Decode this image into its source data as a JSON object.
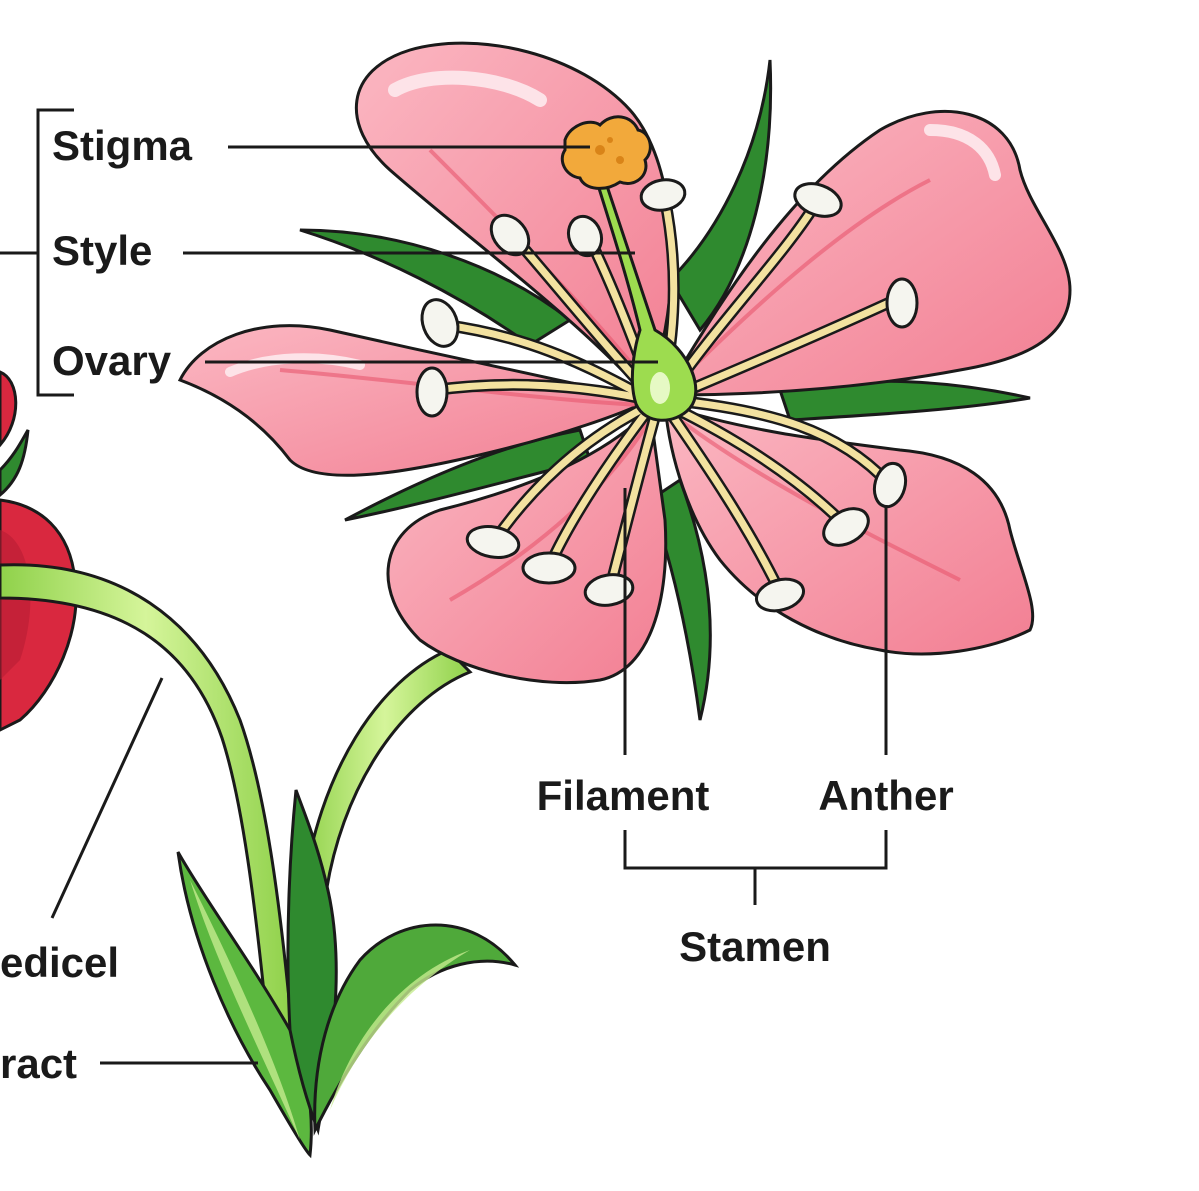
{
  "labels": {
    "stigma": "Stigma",
    "style": "Style",
    "ovary": "Ovary",
    "filament": "Filament",
    "anther": "Anther",
    "stamen": "Stamen",
    "pedicel": "edicel",
    "bract": "ract"
  },
  "colors": {
    "outline": "#1a1a1a",
    "petal": "#f58a9b",
    "petal_light": "#fbb7c2",
    "petal_vein": "#e8576e",
    "red_flower": "#d9283f",
    "leaf": "#2f8a2f",
    "leaf_light": "#5cb83f",
    "stem": "#a8e05a",
    "stem_light": "#d5f59a",
    "filament": "#f3e2a0",
    "anther": "#f5f5ef",
    "stigma": "#f2a93b",
    "style": "#9ddc4f"
  }
}
